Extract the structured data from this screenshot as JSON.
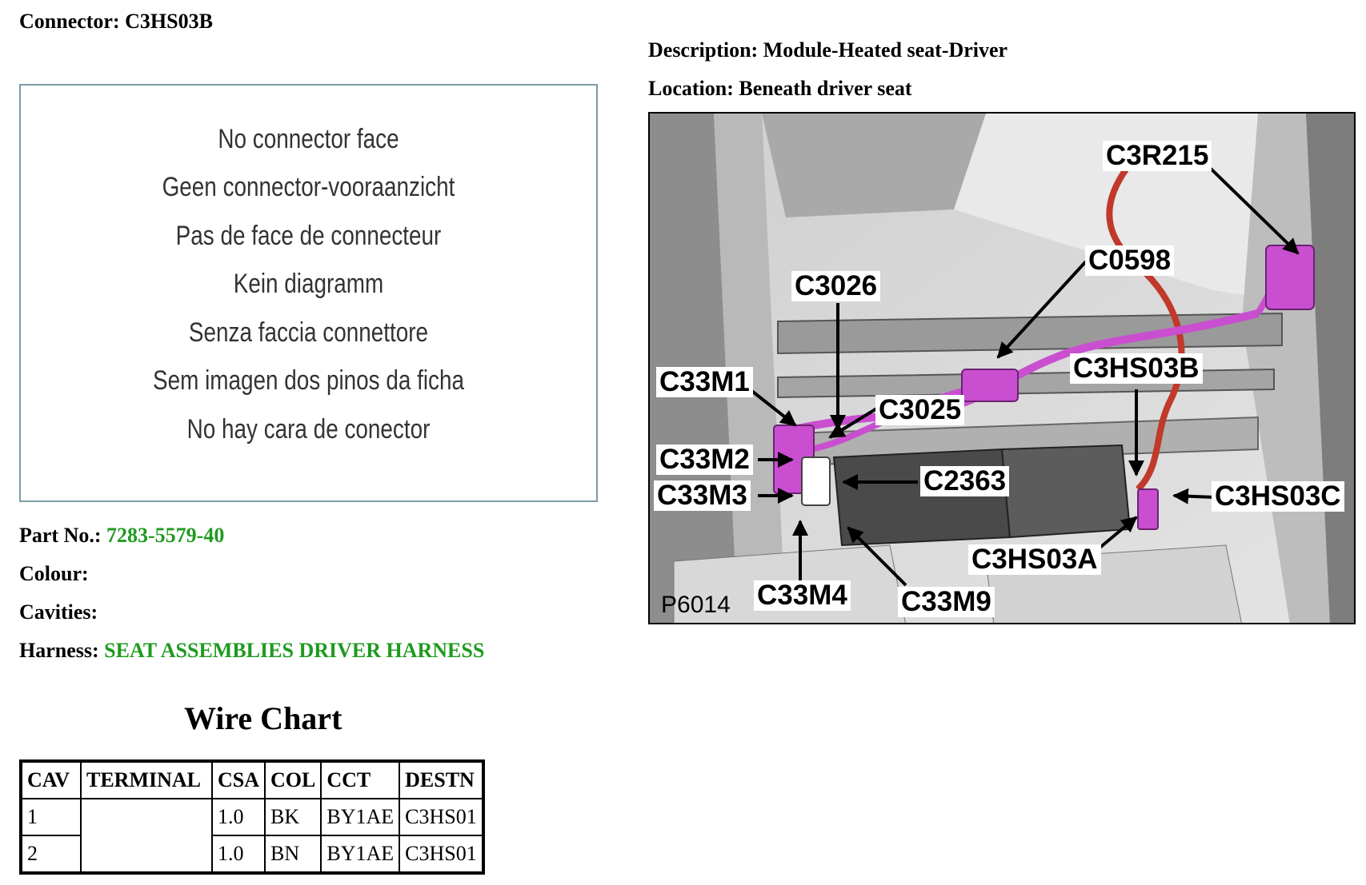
{
  "connector": {
    "label": "Connector:",
    "value": "C3HS03B"
  },
  "description": {
    "label": "Description:",
    "value": "Module-Heated seat-Driver"
  },
  "location": {
    "label": "Location:",
    "value": "Beneath driver seat"
  },
  "no_connector_face": [
    "No connector face",
    "Geen connector-vooraanzicht",
    "Pas de face de connecteur",
    "Kein diagramm",
    "Senza faccia connettore",
    "Sem imagen dos pinos da ficha",
    "No hay cara de conector"
  ],
  "part_no": {
    "label": "Part No.:",
    "value": "7283-5579-40"
  },
  "colour": {
    "label": "Colour:",
    "value": ""
  },
  "cavities": {
    "label": "Cavities:",
    "value": ""
  },
  "harness": {
    "label": "Harness:",
    "value": "SEAT ASSEMBLIES DRIVER HARNESS"
  },
  "wire_chart": {
    "title": "Wire Chart",
    "headers": [
      "CAV",
      "TERMINAL",
      "CSA",
      "COL",
      "CCT",
      "DESTN"
    ],
    "rows": [
      [
        "1",
        "",
        "1.0",
        "BK",
        "BY1AE",
        "C3HS01"
      ],
      [
        "2",
        "",
        "1.0",
        "BN",
        "BY1AE",
        "C3HS01"
      ]
    ]
  },
  "photo": {
    "image_ref": "P6014",
    "callouts": {
      "c3r215": "C3R215",
      "c0598": "C0598",
      "c3026": "C3026",
      "c33m1": "C33M1",
      "c3025": "C3025",
      "c3hs03b": "C3HS03B",
      "c33m2": "C33M2",
      "c2363": "C2363",
      "c33m3": "C33M3",
      "c3hs03c": "C3HS03C",
      "c3hs03a": "C3HS03A",
      "c33m4": "C33M4",
      "c33m9": "C33M9"
    }
  },
  "colors": {
    "link_green": "#1f9a1f",
    "harness_magenta": "#c94fd0",
    "wire_red": "#c0392b"
  }
}
